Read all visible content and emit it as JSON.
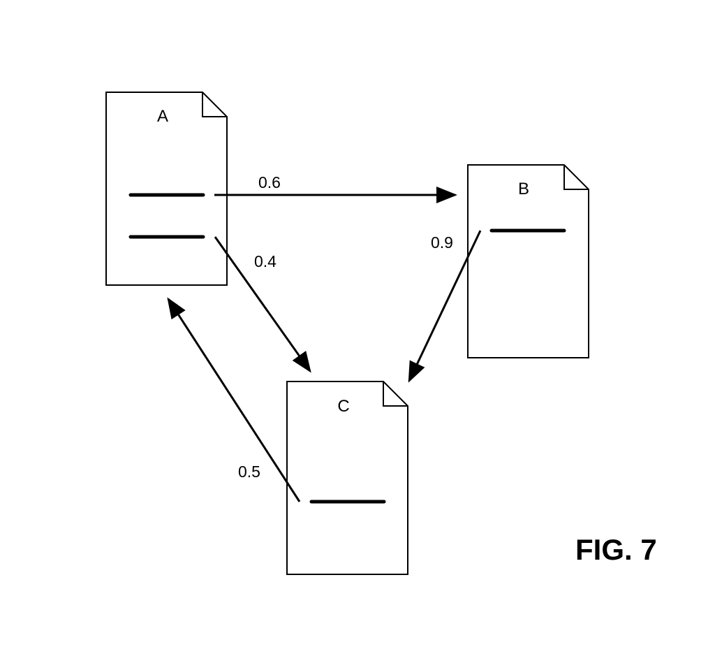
{
  "documents": {
    "a": {
      "label": "A"
    },
    "b": {
      "label": "B"
    },
    "c": {
      "label": "C"
    }
  },
  "edges": {
    "a_to_b": {
      "from": "A",
      "to": "B",
      "weight": "0.6"
    },
    "a_to_c": {
      "from": "A",
      "to": "C",
      "weight": "0.4"
    },
    "b_to_c": {
      "from": "B",
      "to": "C",
      "weight": "0.9"
    },
    "c_to_a": {
      "from": "C",
      "to": "A",
      "weight": "0.5"
    }
  },
  "caption": "FIG. 7",
  "colors": {
    "stroke": "#000000",
    "background": "#ffffff"
  }
}
